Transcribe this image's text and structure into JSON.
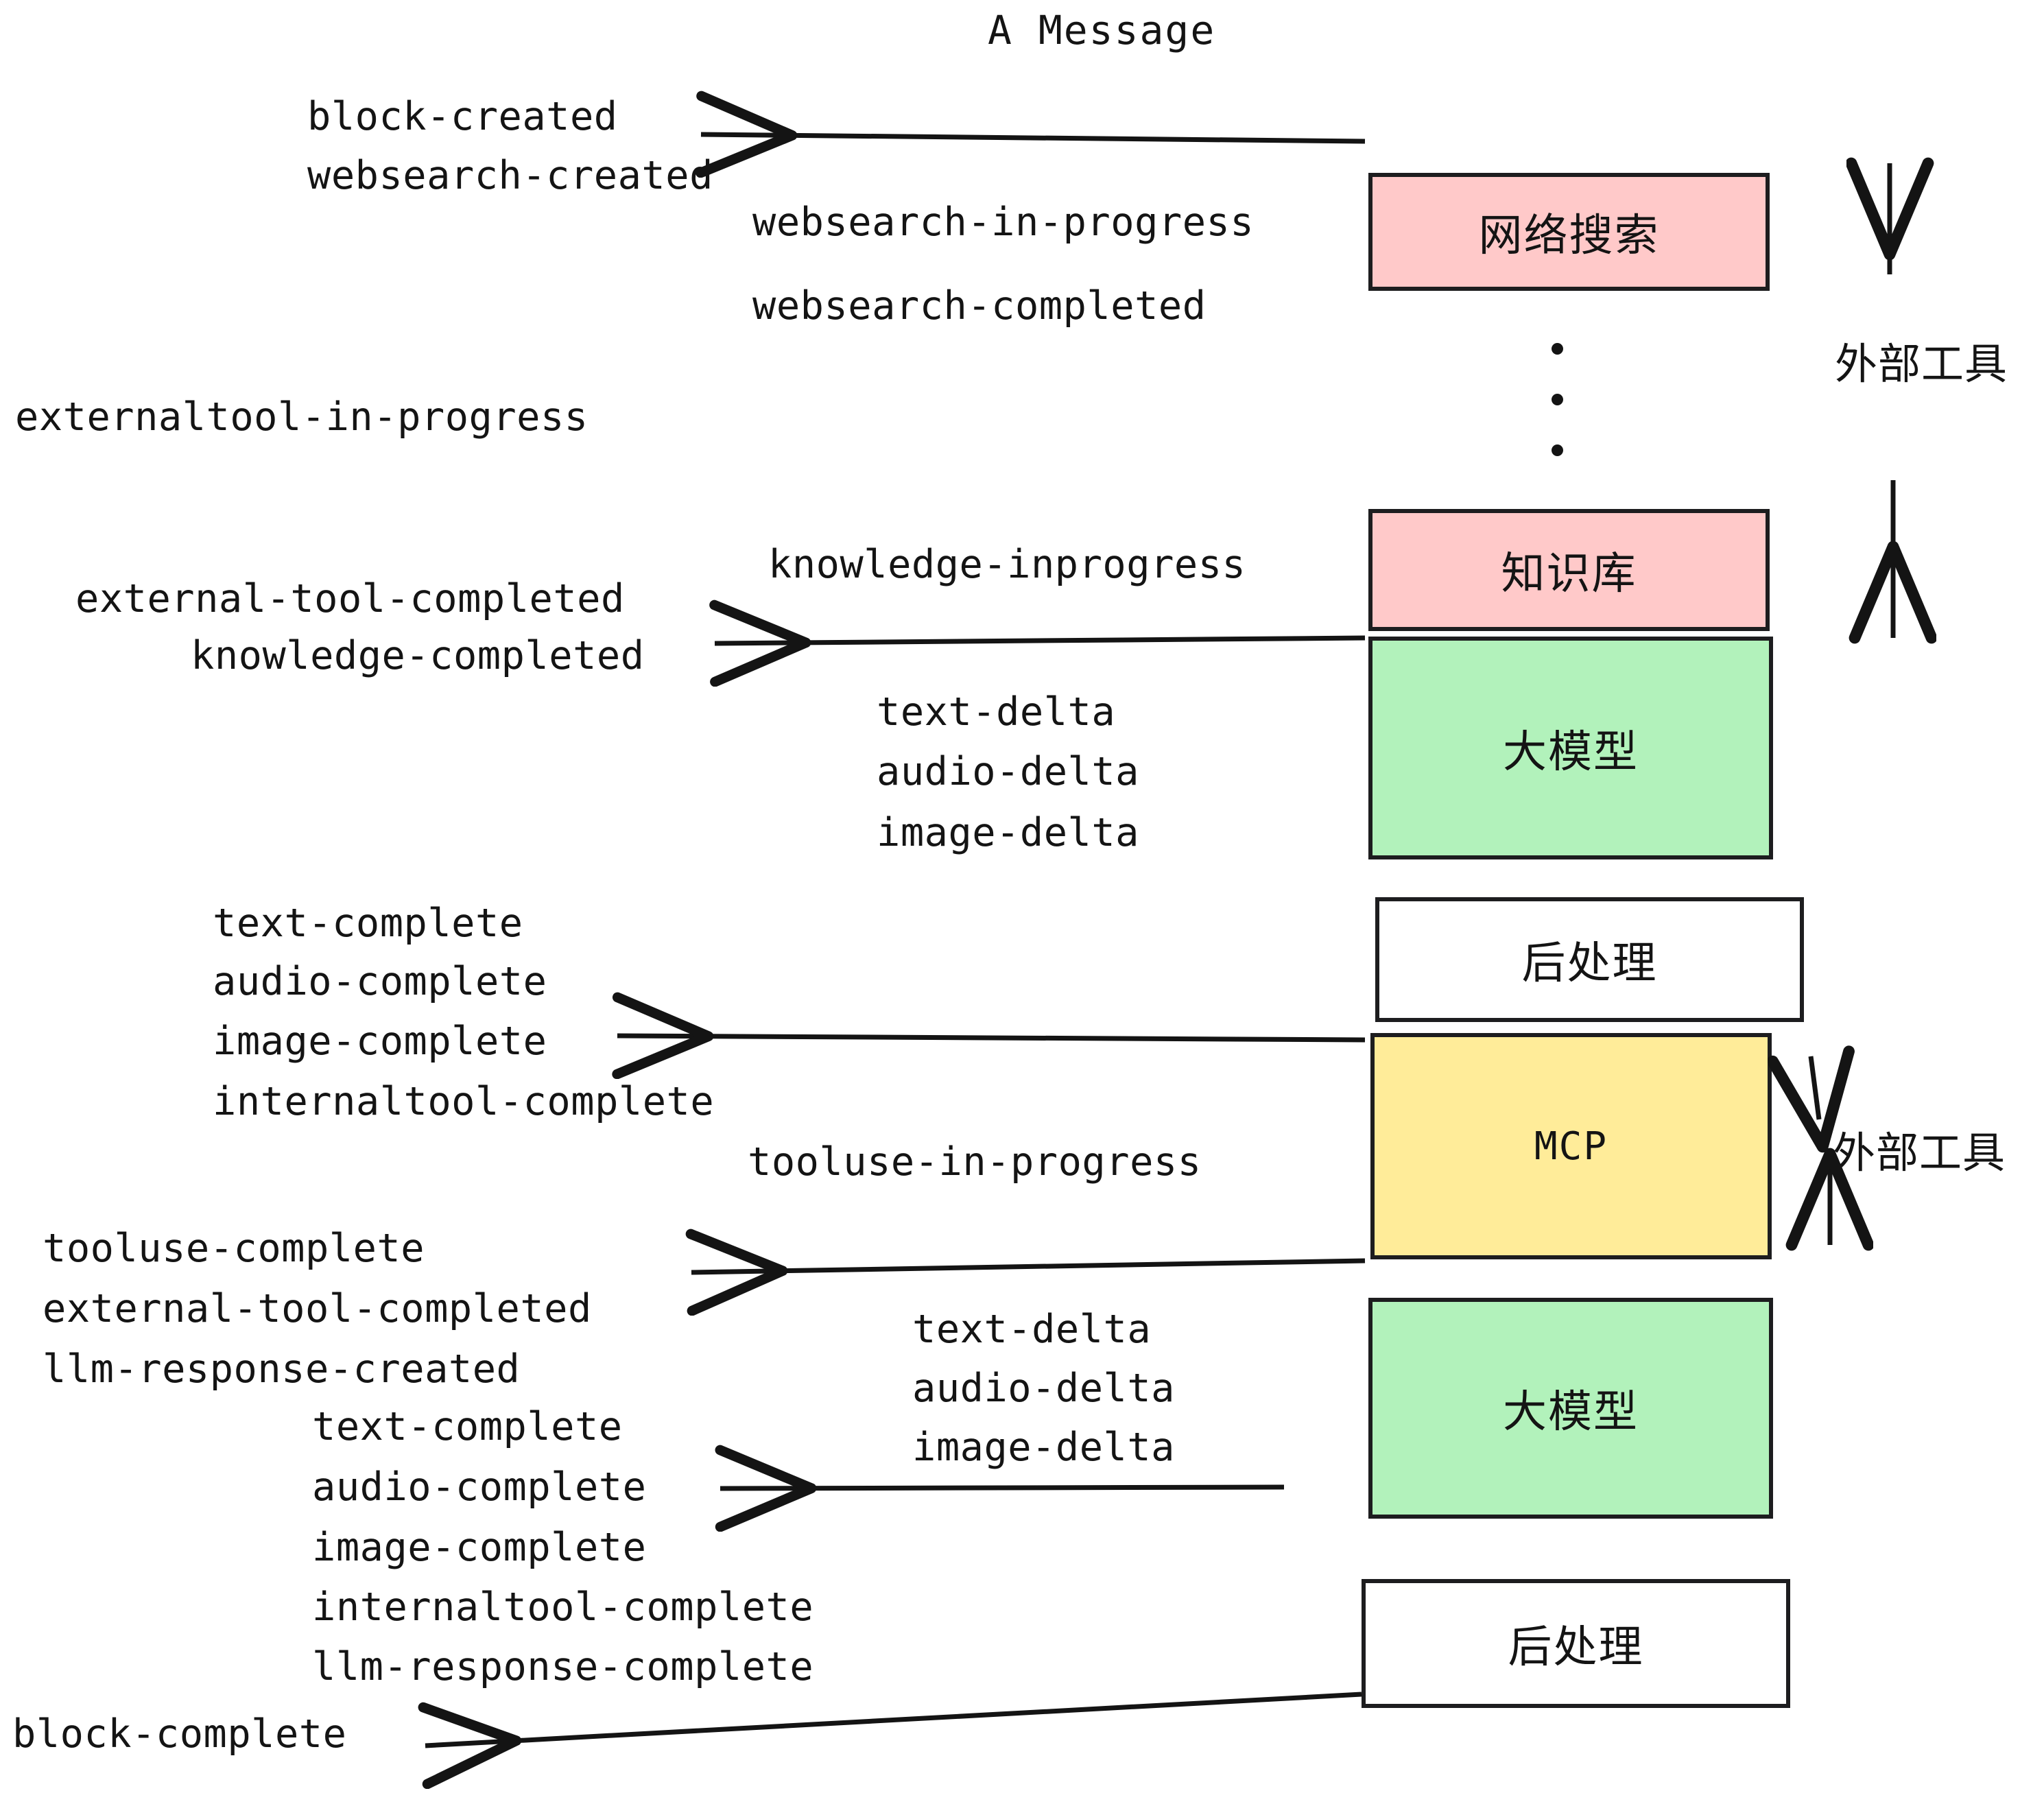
{
  "title": "A Message",
  "colors": {
    "pink": "#FFC9C9",
    "green": "#B2F2BB",
    "yellow": "#FFEC99",
    "white": "#FFFFFF",
    "stroke": "#1D1D1F",
    "text": "#141414"
  },
  "boxes": [
    {
      "id": "websearch",
      "label": "网络搜索",
      "fill": "pink"
    },
    {
      "id": "knowledge",
      "label": "知识库",
      "fill": "pink"
    },
    {
      "id": "llm-1",
      "label": "大模型",
      "fill": "green"
    },
    {
      "id": "postprocess-1",
      "label": "后处理",
      "fill": "white"
    },
    {
      "id": "mcp",
      "label": "MCP",
      "fill": "yellow"
    },
    {
      "id": "llm-2",
      "label": "大模型",
      "fill": "green"
    },
    {
      "id": "postprocess-2",
      "label": "后处理",
      "fill": "white"
    }
  ],
  "side_groups": [
    {
      "id": "external-tool-top",
      "label": "外部工具"
    },
    {
      "id": "external-tool-bottom",
      "label": "外部工具"
    }
  ],
  "events": {
    "block_created": "block-created",
    "websearch_created": "websearch-created",
    "websearch_in_progress": "websearch-in-progress",
    "websearch_completed": "websearch-completed",
    "externaltool_in_progress": "externaltool-in-progress",
    "knowledge_inprogress": "knowledge-inprogress",
    "external_tool_completed_1": "external-tool-completed",
    "knowledge_completed": "knowledge-completed",
    "text_delta_1": "text-delta",
    "audio_delta_1": "audio-delta",
    "image_delta_1": "image-delta",
    "text_complete_1": "text-complete",
    "audio_complete_1": "audio-complete",
    "image_complete_1": "image-complete",
    "internaltool_complete_1": "internaltool-complete",
    "tooluse_in_progress": "tooluse-in-progress",
    "tooluse_complete": "tooluse-complete",
    "external_tool_completed_2": "external-tool-completed",
    "llm_response_created": "llm-response-created",
    "text_delta_2": "text-delta",
    "audio_delta_2": "audio-delta",
    "image_delta_2": "image-delta",
    "text_complete_2": "text-complete",
    "audio_complete_2": "audio-complete",
    "image_complete_2": "image-complete",
    "internaltool_complete_2": "internaltool-complete",
    "llm_response_complete": "llm-response-complete",
    "block_complete": "block-complete"
  }
}
